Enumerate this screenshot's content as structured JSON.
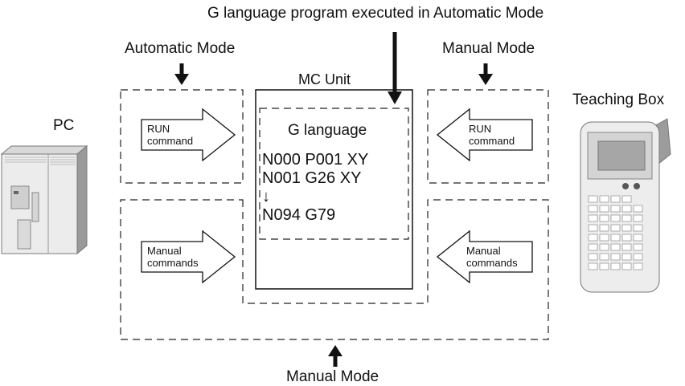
{
  "title": "G language program executed in Automatic Mode",
  "labels": {
    "automatic_mode": "Automatic Mode",
    "manual_mode_top": "Manual Mode",
    "manual_mode_bottom": "Manual Mode",
    "mc_unit": "MC Unit",
    "pc": "PC",
    "teaching_box": "Teaching Box"
  },
  "arrows": {
    "left_run": [
      "RUN",
      "command"
    ],
    "right_run": [
      "RUN",
      "command"
    ],
    "left_manual": [
      "Manual",
      "commands"
    ],
    "right_manual": [
      "Manual",
      "commands"
    ]
  },
  "program": {
    "heading": "G language",
    "lines": [
      "N000 P001 XY",
      "N001 G26 XY",
      "↓",
      "N094 G79"
    ]
  }
}
